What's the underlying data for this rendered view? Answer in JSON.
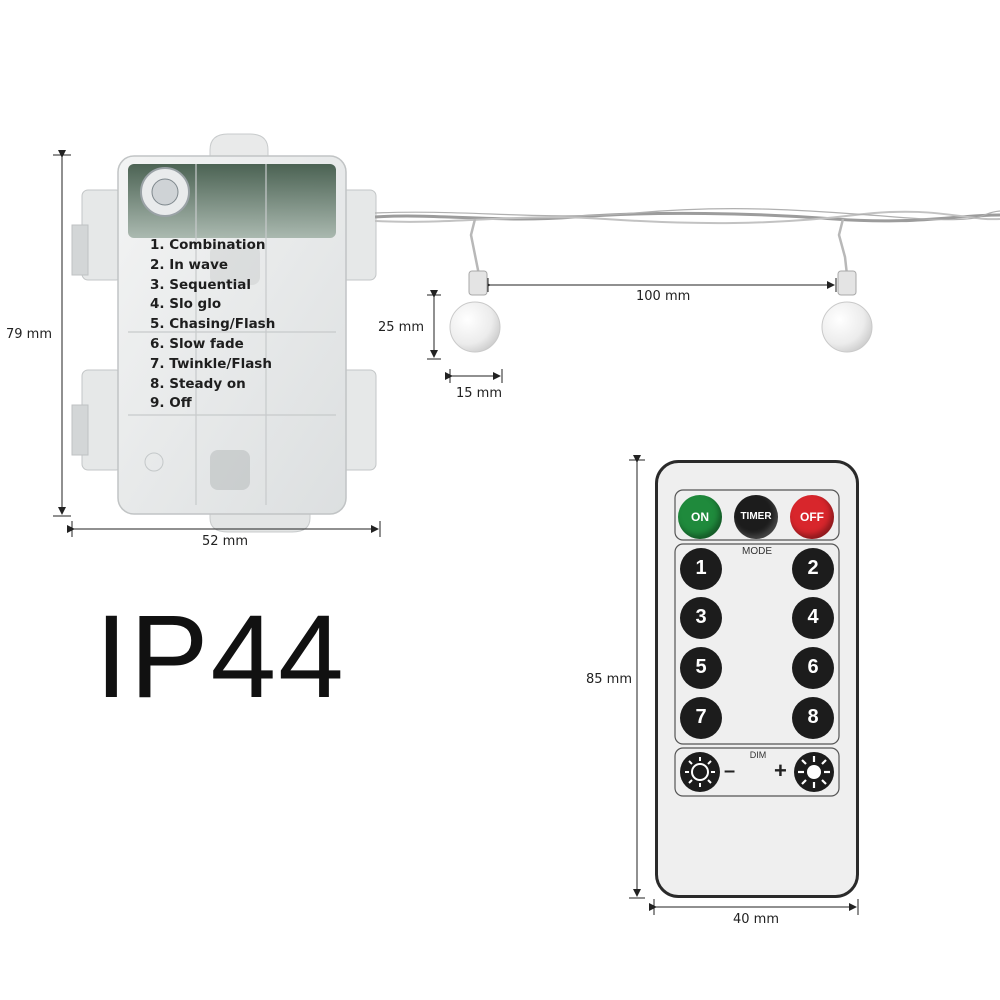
{
  "battery_box": {
    "modes": [
      "1. Combination",
      "2. In wave",
      "3. Sequential",
      "4. Slo glo",
      "5. Chasing/Flash",
      "6. Slow fade",
      "7. Twinkle/Flash",
      "8. Steady on",
      "9. Off"
    ],
    "height_label": "79 mm",
    "width_label": "52 mm"
  },
  "bulbs": {
    "height_label": "25 mm",
    "width_label": "15 mm",
    "spacing_label": "100 mm"
  },
  "rating": "IP44",
  "remote": {
    "buttons": {
      "on": "ON",
      "timer": "TIMER",
      "off": "OFF",
      "mode_label": "MODE",
      "modes": [
        "1",
        "2",
        "3",
        "4",
        "5",
        "6",
        "7",
        "8"
      ],
      "dim_label": "DIM",
      "minus": "–",
      "plus": "+"
    },
    "height_label": "85 mm",
    "width_label": "40 mm"
  },
  "colors": {
    "on_button": "#1f8a3c",
    "off_button": "#d8262c",
    "timer_button": "#1c1c1c",
    "mode_button": "#1c1c1c"
  }
}
